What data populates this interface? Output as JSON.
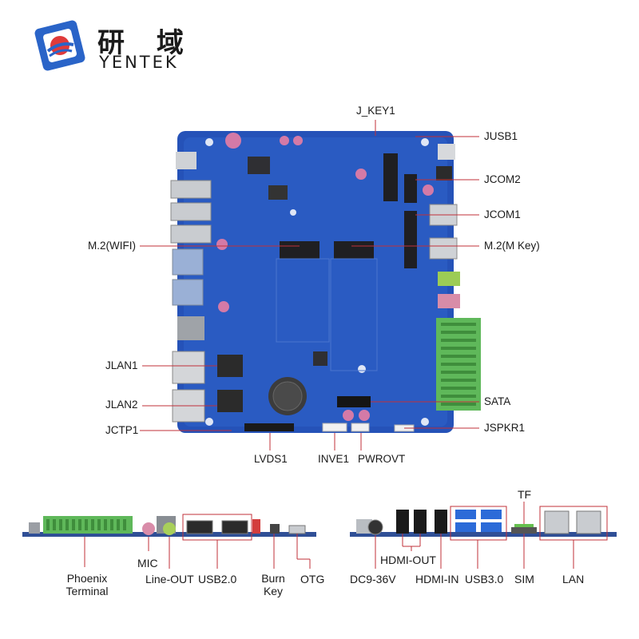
{
  "brand": {
    "name_cn": "研 域",
    "name_en": "YENTEK",
    "logo_color": "#2a64c8"
  },
  "board_labels": {
    "j_key1": "J_KEY1",
    "jusb1": "JUSB1",
    "jcom2": "JCOM2",
    "jcom1": "JCOM1",
    "m2_wifi": "M.2(WIFI)",
    "m2_mkey": "M.2(M Key)",
    "jlan1": "JLAN1",
    "jlan2": "JLAN2",
    "sata": "SATA",
    "jctp1": "JCTP1",
    "jspkr1": "JSPKR1",
    "lvds1": "LVDS1",
    "inve1": "INVE1",
    "pwrovt": "PWROVT"
  },
  "left_io_labels": {
    "phoenix_line1": "Phoenix",
    "phoenix_line2": "Terminal",
    "mic": "MIC",
    "line_out": "Line-OUT",
    "usb20": "USB2.0",
    "burn_line1": "Burn",
    "burn_line2": "Key",
    "otg": "OTG"
  },
  "right_io_labels": {
    "tf": "TF",
    "hdmi_out": "HDMI-OUT",
    "dc": "DC9-36V",
    "hdmi_in": "HDMI-IN",
    "usb30": "USB3.0",
    "sim": "SIM",
    "lan": "LAN"
  },
  "colors": {
    "pcb": "#2552b8",
    "pcb_dark": "#1d3f91",
    "callout_line": "#c0303a",
    "phoenix": "#5fb85a"
  }
}
